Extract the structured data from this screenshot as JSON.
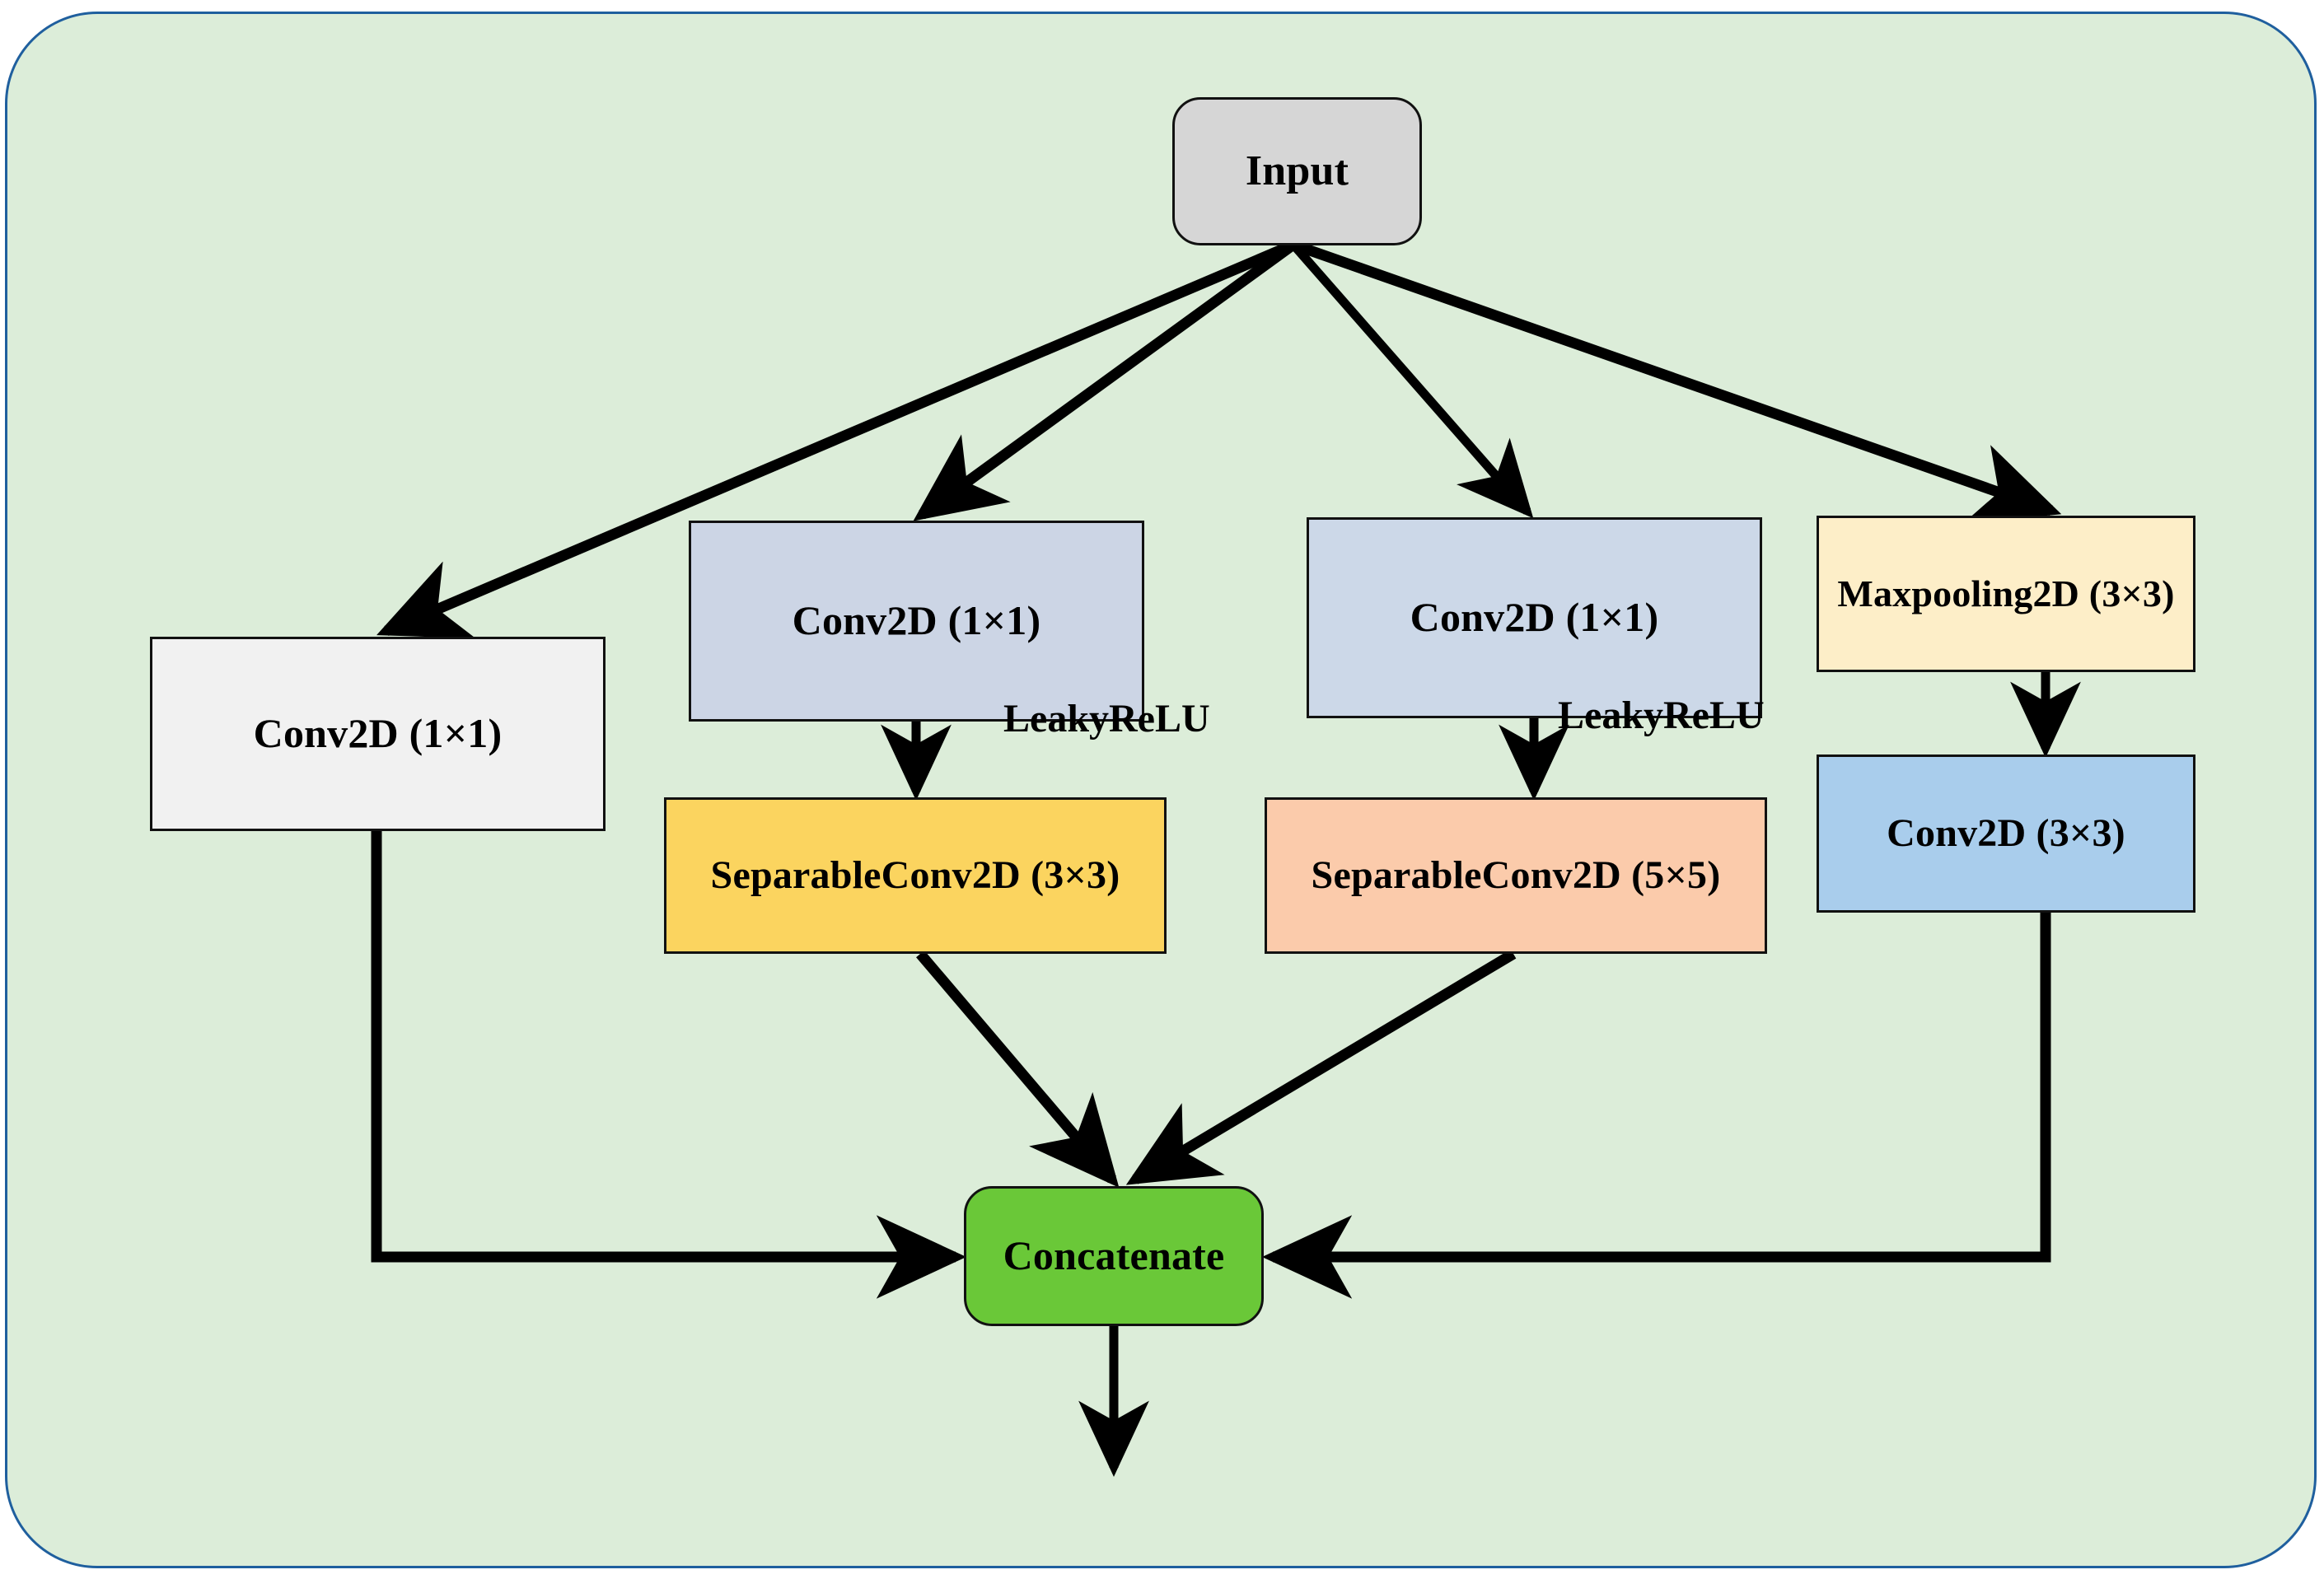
{
  "diagram": {
    "title": "Inception-style multi-branch convolution block",
    "container": {
      "background_color": "#dcedd9",
      "border_color": "#1f5f9e"
    },
    "nodes": [
      {
        "id": "input",
        "label": "Input",
        "shape": "rounded-rect",
        "color": "#d6d6d6"
      },
      {
        "id": "conv1x1_a",
        "label": "Conv2D (1×1)",
        "shape": "rect",
        "color": "#f1f1f1"
      },
      {
        "id": "conv1x1_b",
        "label": "Conv2D (1×1)",
        "shape": "rect",
        "color": "#ccd5e5"
      },
      {
        "id": "conv1x1_c",
        "label": "Conv2D (1×1)",
        "shape": "rect",
        "color": "#ccd8e8"
      },
      {
        "id": "maxpool",
        "label": "Maxpooling2D (3×3)",
        "shape": "rect",
        "color": "#fdeec8"
      },
      {
        "id": "sepconv3x3",
        "label": "SeparableConv2D (3×3)",
        "shape": "rect",
        "color": "#fbd45f"
      },
      {
        "id": "sepconv5x5",
        "label": "SeparableConv2D (5×5)",
        "shape": "rect",
        "color": "#fbcbab"
      },
      {
        "id": "conv3x3",
        "label": "Conv2D (3×3)",
        "shape": "rect",
        "color": "#a9cdec"
      },
      {
        "id": "concat",
        "label": "Concatenate",
        "shape": "rounded-rect",
        "color": "#6ac838"
      }
    ],
    "edge_labels": [
      {
        "id": "leakyrelu_1",
        "label": "LeakyReLU"
      },
      {
        "id": "leakyrelu_2",
        "label": "LeakyReLU"
      }
    ],
    "edges": [
      {
        "from": "input",
        "to": "conv1x1_a"
      },
      {
        "from": "input",
        "to": "conv1x1_b"
      },
      {
        "from": "input",
        "to": "conv1x1_c"
      },
      {
        "from": "input",
        "to": "maxpool"
      },
      {
        "from": "conv1x1_b",
        "to": "sepconv3x3",
        "label": "LeakyReLU"
      },
      {
        "from": "conv1x1_c",
        "to": "sepconv5x5",
        "label": "LeakyReLU"
      },
      {
        "from": "maxpool",
        "to": "conv3x3"
      },
      {
        "from": "conv1x1_a",
        "to": "concat"
      },
      {
        "from": "sepconv3x3",
        "to": "concat"
      },
      {
        "from": "sepconv5x5",
        "to": "concat"
      },
      {
        "from": "conv3x3",
        "to": "concat"
      },
      {
        "from": "concat",
        "to": "output"
      }
    ]
  }
}
